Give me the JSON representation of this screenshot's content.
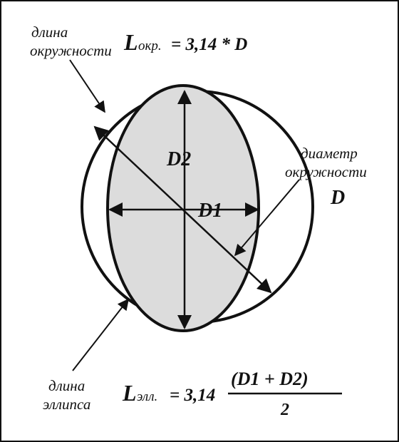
{
  "labels": {
    "circumference_line1": "длина",
    "circumference_line2": "окружности",
    "diameter_line1": "диаметр",
    "diameter_line2": "окружности",
    "diameter_symbol": "D",
    "ellipse_line1": "длина",
    "ellipse_line2": "эллипса",
    "d1": "D1",
    "d2": "D2"
  },
  "formula_circle": {
    "L": "L",
    "subscript": "окр.",
    "rhs": "= 3,14 * D"
  },
  "formula_ellipse": {
    "L": "L",
    "subscript": "элл.",
    "coef": "= 3,14",
    "numerator": "(D1 + D2)",
    "denominator": "2"
  },
  "colors": {
    "ellipse_fill": "#dcdcdc",
    "stroke": "#111111"
  }
}
